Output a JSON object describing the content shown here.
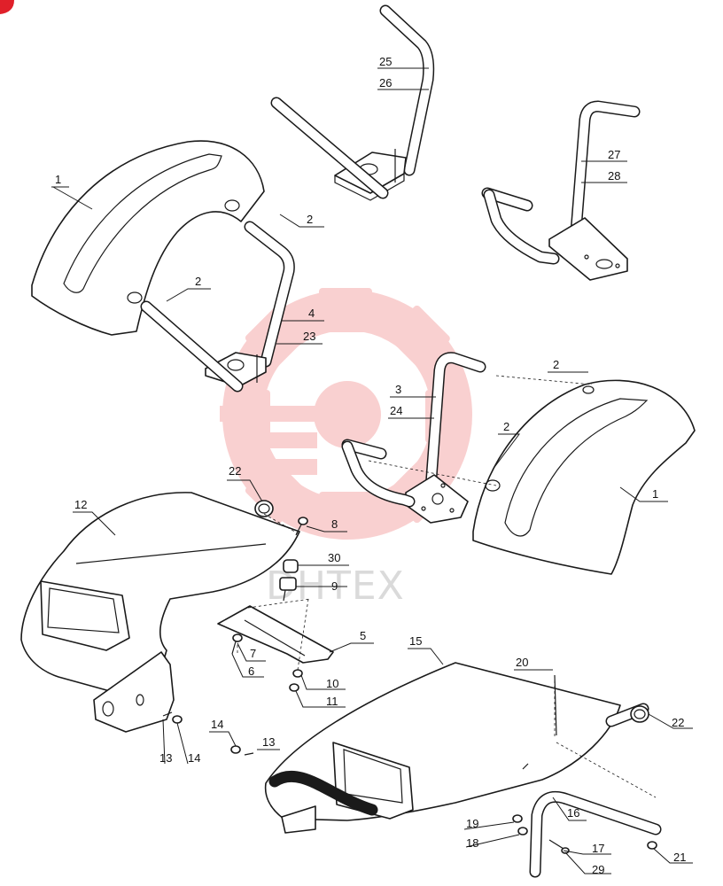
{
  "watermark": {
    "text": "DHTEX",
    "color": "#f4a3a3"
  },
  "corner_marker": {
    "color": "#e0202a"
  },
  "callouts": [
    {
      "id": "c25",
      "text": "25"
    },
    {
      "id": "c26",
      "text": "26"
    },
    {
      "id": "c1a",
      "text": "1"
    },
    {
      "id": "c2a",
      "text": "2"
    },
    {
      "id": "c27",
      "text": "27"
    },
    {
      "id": "c28",
      "text": "28"
    },
    {
      "id": "c2b",
      "text": "2"
    },
    {
      "id": "c4",
      "text": "4"
    },
    {
      "id": "c23",
      "text": "23"
    },
    {
      "id": "c2c",
      "text": "2"
    },
    {
      "id": "c3",
      "text": "3"
    },
    {
      "id": "c24",
      "text": "24"
    },
    {
      "id": "c2d",
      "text": "2"
    },
    {
      "id": "c1b",
      "text": "1"
    },
    {
      "id": "c22a",
      "text": "22"
    },
    {
      "id": "c12",
      "text": "12"
    },
    {
      "id": "c8",
      "text": "8"
    },
    {
      "id": "c30",
      "text": "30"
    },
    {
      "id": "c9",
      "text": "9"
    },
    {
      "id": "c5",
      "text": "5"
    },
    {
      "id": "c7",
      "text": "7"
    },
    {
      "id": "c6",
      "text": "6"
    },
    {
      "id": "c15",
      "text": "15"
    },
    {
      "id": "c20",
      "text": "20"
    },
    {
      "id": "c10",
      "text": "10"
    },
    {
      "id": "c11",
      "text": "11"
    },
    {
      "id": "c22b",
      "text": "22"
    },
    {
      "id": "c14a",
      "text": "14"
    },
    {
      "id": "c13a",
      "text": "13"
    },
    {
      "id": "c13b",
      "text": "13"
    },
    {
      "id": "c14b",
      "text": "14"
    },
    {
      "id": "c16",
      "text": "16"
    },
    {
      "id": "c19",
      "text": "19"
    },
    {
      "id": "c18",
      "text": "18"
    },
    {
      "id": "c17",
      "text": "17"
    },
    {
      "id": "c21",
      "text": "21"
    },
    {
      "id": "c29",
      "text": "29"
    }
  ]
}
